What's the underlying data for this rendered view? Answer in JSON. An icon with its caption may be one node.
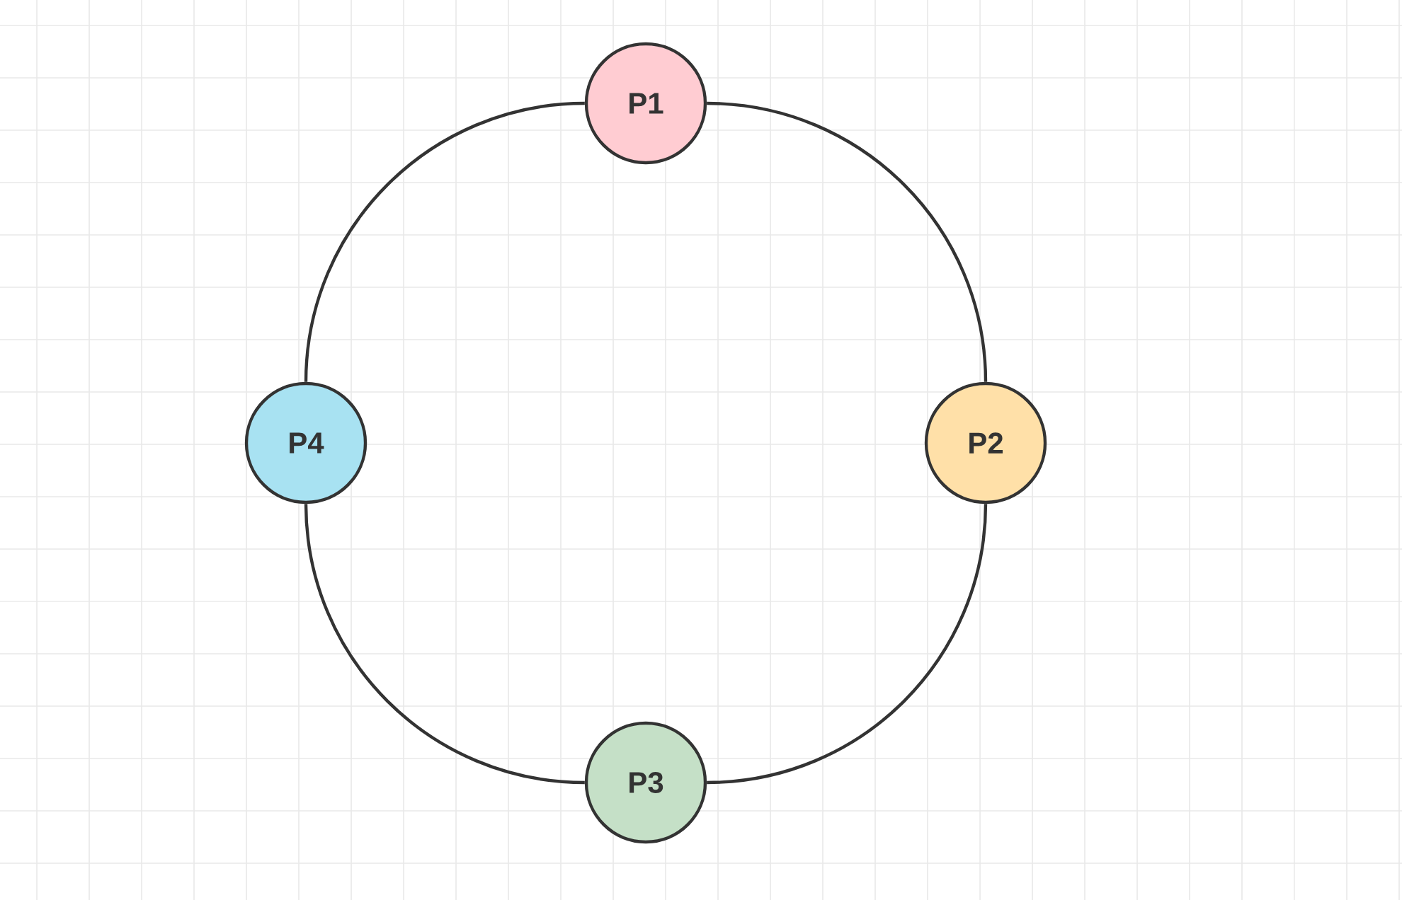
{
  "diagram": {
    "nodes": [
      {
        "text": [
          "P1"
        ]
      },
      {
        "text": [
          "P2"
        ]
      },
      {
        "text": [
          "P3"
        ]
      },
      {
        "text": [
          "P4"
        ]
      }
    ],
    "edges": [
      {
        "from": 0,
        "to": 1,
        "arrow": "none"
      },
      {
        "from": 1,
        "to": 2,
        "arrow": "none"
      },
      {
        "from": 2,
        "to": 3,
        "arrow": "none"
      },
      {
        "from": 3,
        "to": 0,
        "arrow": "none"
      }
    ]
  }
}
